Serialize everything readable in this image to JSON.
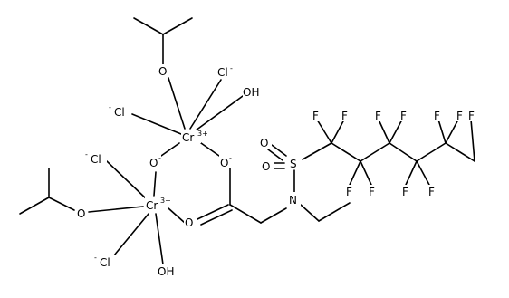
{
  "structure": {
    "atoms": [
      {
        "id": "cl1",
        "text": "Cl",
        "charge": "-"
      },
      {
        "id": "cl2",
        "text": "Cl",
        "charge": "-",
        "prefix": true
      },
      {
        "id": "cl3",
        "text": "Cl",
        "charge": "-",
        "prefix": true
      },
      {
        "id": "cl4",
        "text": "Cl",
        "charge": "-",
        "prefix": true
      },
      {
        "id": "oh1",
        "text": "OH"
      },
      {
        "id": "oh2",
        "text": "OH"
      },
      {
        "id": "cr1",
        "text": "Cr",
        "charge": "3+"
      },
      {
        "id": "cr2",
        "text": "Cr",
        "charge": "3+"
      },
      {
        "id": "o_ipr1",
        "text": "O"
      },
      {
        "id": "o_ipr2",
        "text": "O"
      },
      {
        "id": "o_br1",
        "text": "O",
        "charge": "-"
      },
      {
        "id": "o_br2",
        "text": "O",
        "charge": "-"
      },
      {
        "id": "o_carb",
        "text": "O"
      },
      {
        "id": "n",
        "text": "N"
      },
      {
        "id": "s",
        "text": "S"
      },
      {
        "id": "o_s1",
        "text": "O"
      },
      {
        "id": "o_s2",
        "text": "O"
      },
      {
        "id": "f1",
        "text": "F"
      },
      {
        "id": "f2",
        "text": "F"
      },
      {
        "id": "f3",
        "text": "F"
      },
      {
        "id": "f4",
        "text": "F"
      },
      {
        "id": "f5",
        "text": "F"
      },
      {
        "id": "f6",
        "text": "F"
      },
      {
        "id": "f7",
        "text": "F"
      },
      {
        "id": "f8",
        "text": "F"
      },
      {
        "id": "f9",
        "text": "F"
      },
      {
        "id": "f10",
        "text": "F"
      },
      {
        "id": "f11",
        "text": "F"
      }
    ]
  },
  "colors": {
    "ink": "#000000",
    "background": "#ffffff"
  }
}
